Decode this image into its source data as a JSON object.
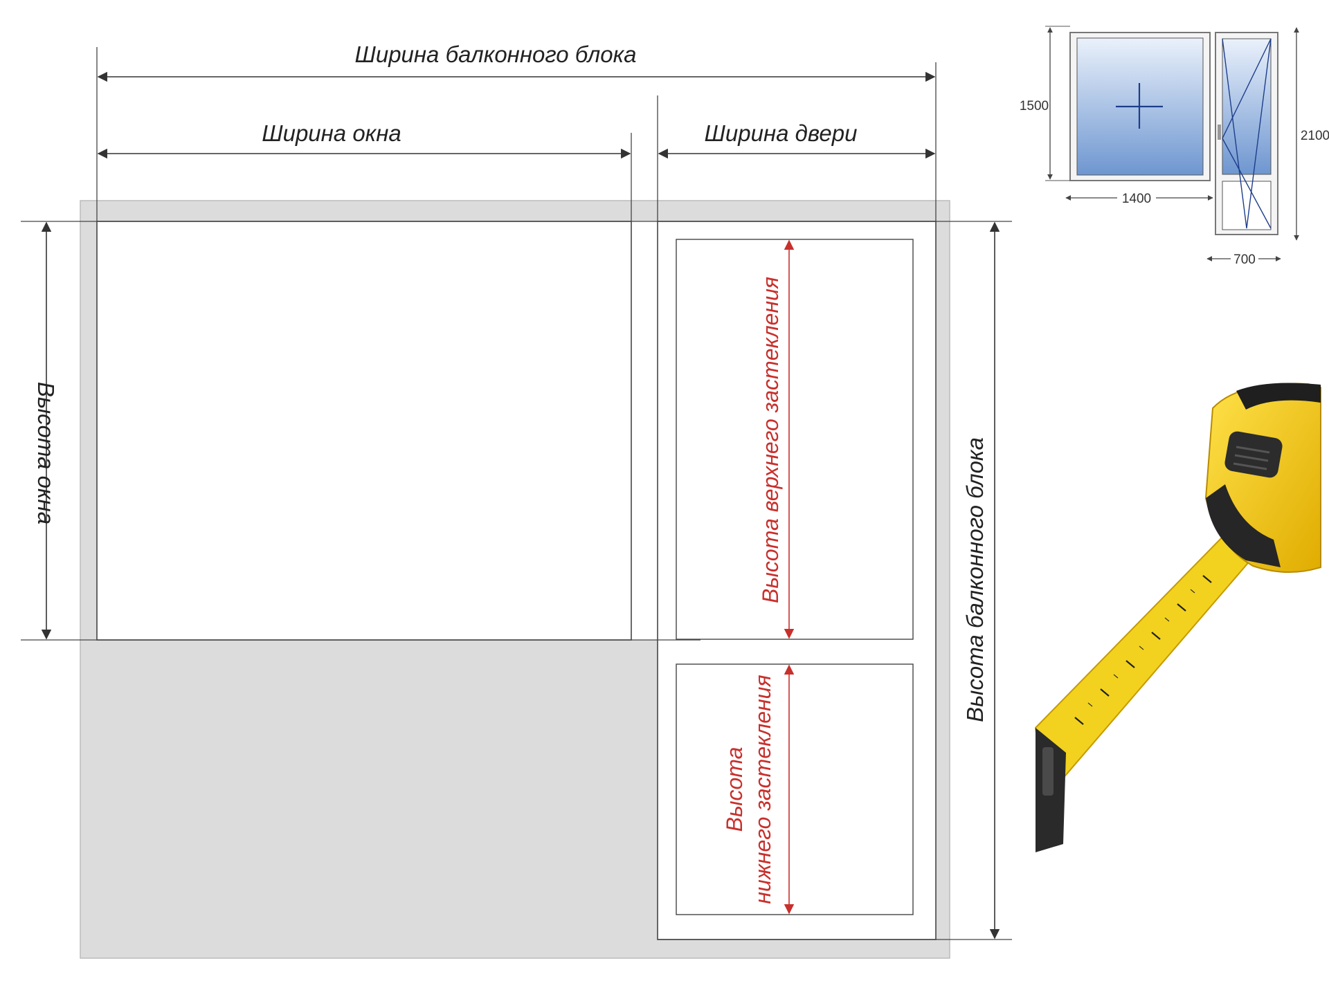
{
  "labels": {
    "balcony_block_width": "Ширина балконного блока",
    "window_width": "Ширина окна",
    "door_width": "Ширина двери",
    "window_height": "Высота окна",
    "balcony_block_height": "Высота балконного блока",
    "upper_glazing_height": "Высота верхнего застекления",
    "lower_glazing_height_line1": "Высота",
    "lower_glazing_height_line2": "нижнего застекления"
  },
  "example": {
    "window_height": "1500",
    "window_width": "1400",
    "door_height": "2100",
    "door_width": "700"
  },
  "colors": {
    "frame_gray": "#dcdcdc",
    "line": "#333333",
    "accent_red": "#c8302c",
    "glass_blue": "#6e96d0",
    "tape_yellow": "#f2cf1a"
  },
  "icons": {
    "tape_measure": "tape-measure-icon"
  }
}
